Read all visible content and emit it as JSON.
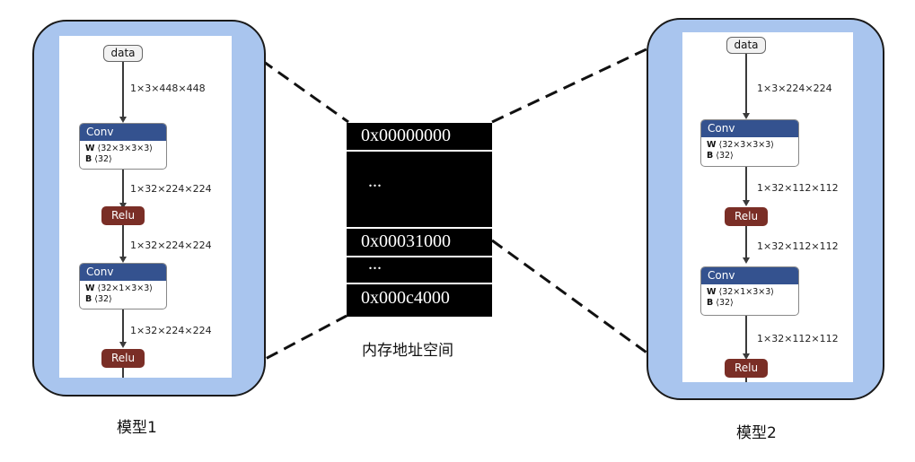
{
  "memory": {
    "addresses": [
      "0x00000000",
      "...",
      "0x00031000",
      "...",
      "0x000c4000"
    ],
    "caption": "内存地址空间"
  },
  "models": [
    {
      "caption": "模型1",
      "input_label": "data",
      "shapes": [
        "1×3×448×448",
        "1×32×224×224",
        "1×32×224×224",
        "1×32×224×224"
      ],
      "conv1": {
        "title": "Conv",
        "w_key": "W",
        "w_val": "⟨32×3×3×3⟩",
        "b_key": "B",
        "b_val": "⟨32⟩"
      },
      "relu1": "Relu",
      "conv2": {
        "title": "Conv",
        "w_key": "W",
        "w_val": "⟨32×1×3×3⟩",
        "b_key": "B",
        "b_val": "⟨32⟩"
      },
      "relu2": "Relu"
    },
    {
      "caption": "模型2",
      "input_label": "data",
      "shapes": [
        "1×3×224×224",
        "1×32×112×112",
        "1×32×112×112",
        "1×32×112×112"
      ],
      "conv1": {
        "title": "Conv",
        "w_key": "W",
        "w_val": "⟨32×3×3×3⟩",
        "b_key": "B",
        "b_val": "⟨32⟩"
      },
      "relu1": "Relu",
      "conv2": {
        "title": "Conv",
        "w_key": "W",
        "w_val": "⟨32×1×3×3⟩",
        "b_key": "B",
        "b_val": "⟨32⟩"
      },
      "relu2": "Relu"
    }
  ],
  "colors": {
    "panel_fill": "#a9c5ee",
    "conv_header": "#34528f",
    "relu_fill": "#7a2e26",
    "memory_fill": "#000000"
  }
}
